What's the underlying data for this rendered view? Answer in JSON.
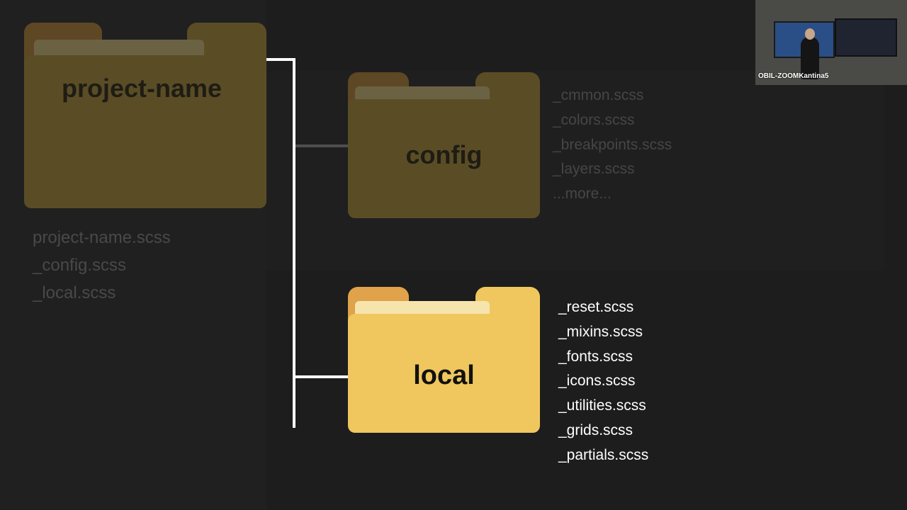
{
  "slide": {
    "root_folder": {
      "label": "project-name"
    },
    "root_files": [
      "project-name.scss",
      "_config.scss",
      "_local.scss"
    ],
    "config_folder": {
      "label": "config"
    },
    "config_files": [
      "_cmmon.scss",
      "_colors.scss",
      "_breakpoints.scss",
      "_layers.scss",
      "...more..."
    ],
    "local_folder": {
      "label": "local"
    },
    "local_files": [
      "_reset.scss",
      "_mixins.scss",
      "_fonts.scss",
      "_icons.scss",
      "_utilities.scss",
      "_grids.scss",
      "_partials.scss"
    ]
  },
  "webcam": {
    "participant_name": "OBIL-ZOOMKantina5"
  },
  "colors": {
    "background": "#1d1d1d",
    "folder_active": "#f0c75e",
    "folder_dim": "#5a4d26",
    "text_active": "#ffffff",
    "text_dim": "#4a4a4a"
  }
}
